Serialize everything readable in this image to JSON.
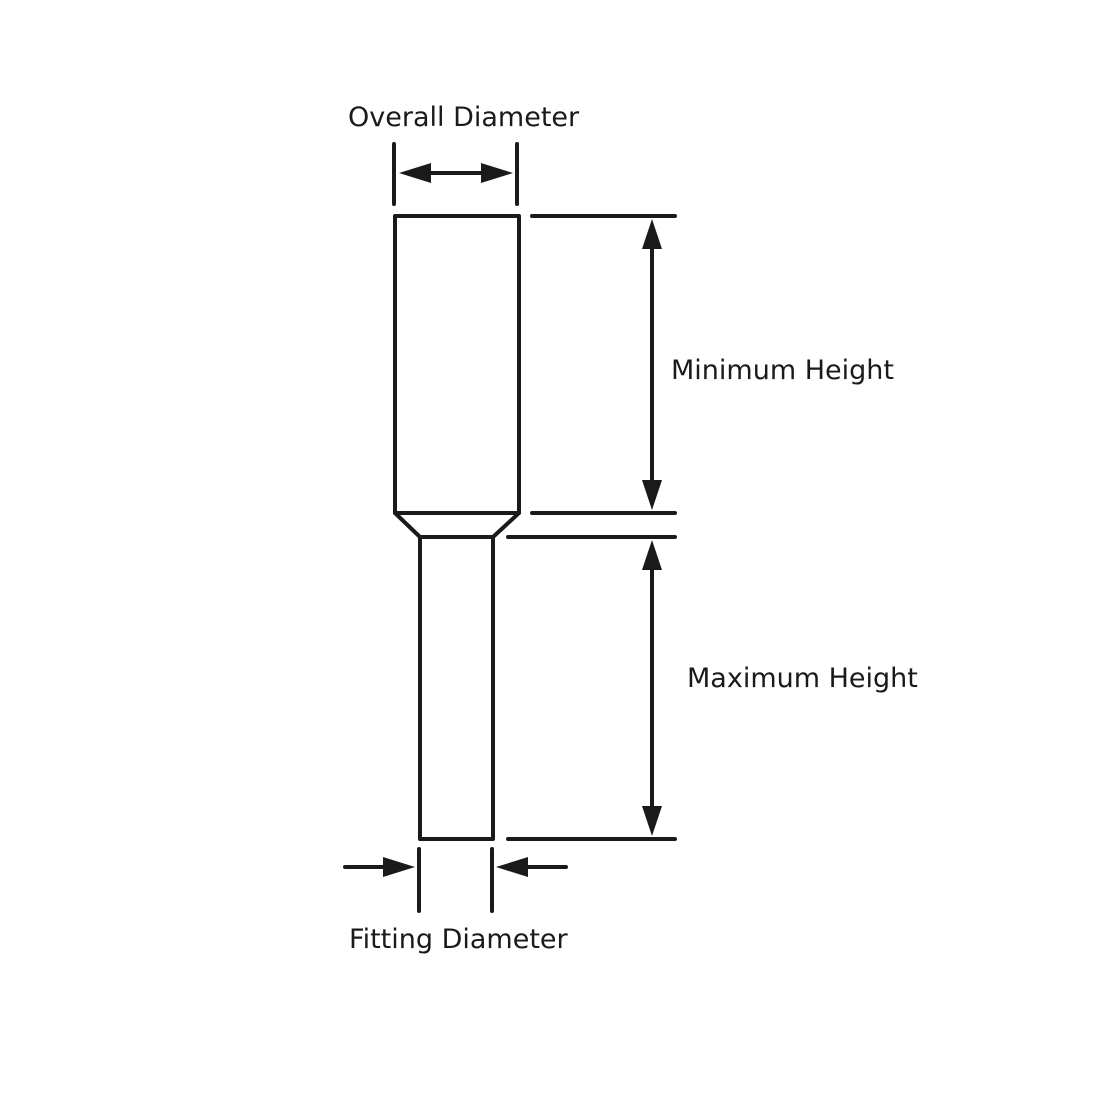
{
  "labels": {
    "overall_diameter": "Overall Diameter",
    "minimum_height": "Minimum Height",
    "maximum_height": "Maximum Height",
    "fitting_diameter": "Fitting Diameter"
  },
  "colors": {
    "line": "#1a1a1a",
    "background": "#ffffff"
  }
}
